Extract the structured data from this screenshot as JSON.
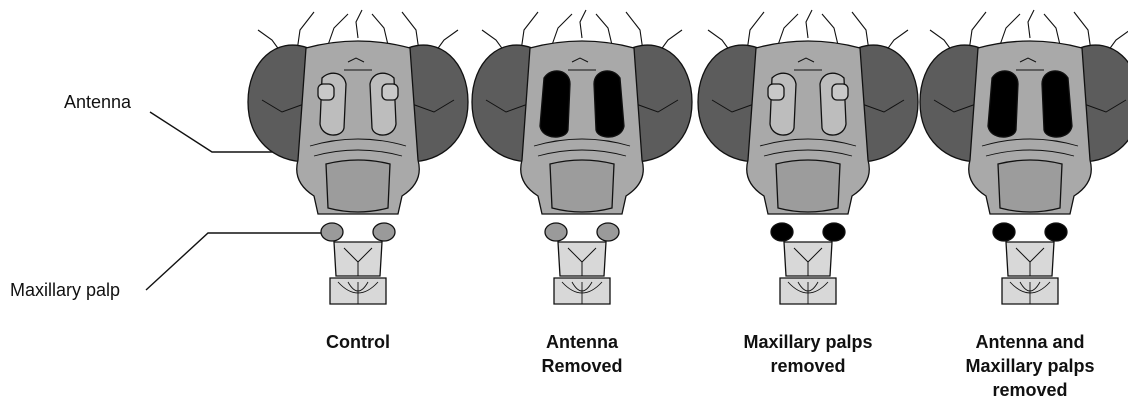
{
  "callouts": {
    "antenna": "Antenna",
    "maxillary_palp": "Maxillary palp"
  },
  "panels": [
    {
      "id": "control",
      "caption_lines": [
        "Control"
      ],
      "antenna_removed": false,
      "palps_removed": false
    },
    {
      "id": "antenna-removed",
      "caption_lines": [
        "Antenna",
        "Removed"
      ],
      "antenna_removed": true,
      "palps_removed": false
    },
    {
      "id": "palps-removed",
      "caption_lines": [
        "Maxillary palps",
        "removed"
      ],
      "antenna_removed": false,
      "palps_removed": true
    },
    {
      "id": "both-removed",
      "caption_lines": [
        "Antenna and",
        "Maxillary palps",
        "removed"
      ],
      "antenna_removed": true,
      "palps_removed": true
    }
  ],
  "colors": {
    "head": "#a9a9a9",
    "eye": "#5c5c5c",
    "antenna_intact": "#bdbdbd",
    "palp_intact": "#9a9a9a",
    "removed_fill": "#000000",
    "mouthpart": "#d8d8d8",
    "outline": "#111111"
  }
}
